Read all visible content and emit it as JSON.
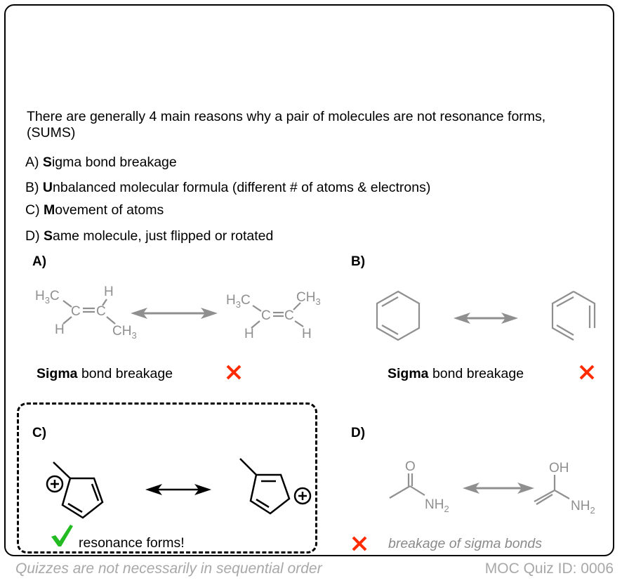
{
  "intro": {
    "line1": "There are generally 4 main reasons why a pair of molecules are not resonance forms,",
    "line2": "(SUMS)"
  },
  "reasons": [
    {
      "prefix": "A) ",
      "bold": "S",
      "rest": "igma bond breakage"
    },
    {
      "prefix": "B) ",
      "bold": "U",
      "rest": "nbalanced molecular formula (different  # of atoms & electrons)"
    },
    {
      "prefix": "C) ",
      "bold": "M",
      "rest": "ovement of atoms"
    },
    {
      "prefix": "D) ",
      "bold": "S",
      "rest": "ame molecule, just flipped or rotated"
    }
  ],
  "panels": {
    "a": {
      "label": "A)",
      "verdict_bold": "Sigma",
      "verdict_rest": " bond breakage",
      "verdict_icon": "cross-icon",
      "left_molecule": {
        "atoms": [
          "H3C",
          "H",
          "C",
          "C",
          "H",
          "CH3"
        ]
      },
      "right_molecule": {
        "atoms": [
          "H3C",
          "CH3",
          "C",
          "C",
          "H",
          "H"
        ]
      }
    },
    "b": {
      "label": "B)",
      "verdict_bold": "Sigma",
      "verdict_rest": " bond breakage",
      "verdict_icon": "cross-icon"
    },
    "c": {
      "label": "C)",
      "verdict_text": "resonance forms!",
      "verdict_icon": "checkmark-icon",
      "charge": "+"
    },
    "d": {
      "label": "D)",
      "verdict_text": "breakage of sigma bonds",
      "verdict_icon": "cross-icon",
      "left_atoms": [
        "O",
        "NH",
        "2"
      ],
      "right_atoms": [
        "OH",
        "NH",
        "2"
      ]
    }
  },
  "atom_labels": {
    "h": "H",
    "c": "C",
    "h3": "H",
    "three": "3",
    "ch": "CH",
    "o": "O",
    "oh": "OH",
    "nh": "NH",
    "two": "2"
  },
  "footer": {
    "left": "Quizzes are not necessarily in sequential order",
    "right": "MOC Quiz ID: 0006"
  },
  "colors": {
    "grey_structure": "#8f8f8f",
    "cross": "#ff2a00",
    "check": "#22bb22",
    "footer_text": "#a8a8a8"
  }
}
